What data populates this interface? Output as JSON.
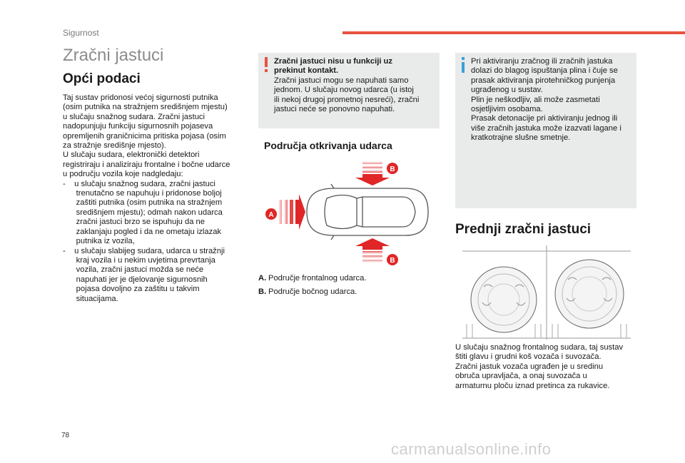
{
  "header": {
    "section": "Sigurnost",
    "accent_color": "#e8523f"
  },
  "title": "Zračni jastuci",
  "left": {
    "heading": "Opći podaci",
    "lines": [
      "Taj sustav pridonosi većoj sigurnosti putnika",
      "(osim putnika na stražnjem središnjem mjestu)",
      "u slučaju snažnog sudara. Zračni jastuci",
      "nadopunjuju funkciju sigurnosnih pojaseva",
      "opremljenih graničnicima pritiska pojasa (osim",
      "za stražnje središnje mjesto).",
      "U slučaju sudara, elektronički detektori",
      "registriraju i analiziraju frontalne i bočne udarce",
      "u području vozila koje nadgledaju:",
      "-    u slučaju snažnog sudara, zračni jastuci",
      "      trenutačno se napuhuju i pridonose boljoj",
      "      zaštiti putnika (osim putnika na stražnjem",
      "      središnjem mjestu); odmah nakon udarca",
      "      zračni jastuci brzo se ispuhuju da ne",
      "      zaklanjaju pogled i da ne ometaju izlazak",
      "      putnika iz vozila,",
      "-    u slučaju slabijeg sudara, udarca u stražnji",
      "      kraj vozila i u nekim uvjetima prevrtanja",
      "      vozila, zračni jastuci možda se neće",
      "      napuhati jer je djelovanje sigurnosnih",
      "      pojasa dovoljno za zaštitu u takvim",
      "      situacijama."
    ]
  },
  "warning": {
    "icon": "warning-exclamation-icon",
    "icon_color": "#e8523f",
    "bold_lines": [
      "Zračni jastuci nisu u funkciji uz",
      "prekinut kontakt."
    ],
    "lines": [
      "Zračni jastuci mogu se napuhati samo",
      "jednom. U slučaju novog udarca (u istoj",
      "ili nekoj drugoj prometnoj nesreći), zračni",
      "jastuci neće se ponovno napuhati."
    ]
  },
  "zones": {
    "heading": "Područja otkrivanja udarca",
    "labels": [
      "A",
      "B",
      "B"
    ],
    "legend": [
      {
        "key": "A.",
        "text": "Područje frontalnog udarca."
      },
      {
        "key": "B.",
        "text": "Područje bočnog udarca."
      }
    ]
  },
  "info": {
    "icon": "info-icon",
    "icon_color": "#3aa0d8",
    "lines": [
      "Pri aktiviranju zračnog ili zračnih jastuka",
      "dolazi do blagog ispuštanja plina i čuje se",
      "prasak aktiviranja pirotehničkog punjenja",
      "ugrađenog u sustav.",
      "Plin je neškodljiv, ali može zasmetati",
      "osjetljivim osobama.",
      "Prasak detonacije pri aktiviranju jednog ili",
      "više zračnih jastuka može izazvati lagane i",
      "kratkotrajne slušne smetnje."
    ]
  },
  "front": {
    "heading": "Prednji zračni jastuci",
    "lines": [
      "U slučaju snažnog frontalnog sudara, taj sustav",
      "štiti glavu i grudni koš vozača i suvozača.",
      "Zračni jastuk vozača ugrađen je u sredinu",
      "obruča upravljača, a onaj suvozača u",
      "armaturnu ploču iznad pretinca za rukavice."
    ]
  },
  "footer": {
    "page": "78",
    "watermark": "carmanualsonline.info"
  }
}
